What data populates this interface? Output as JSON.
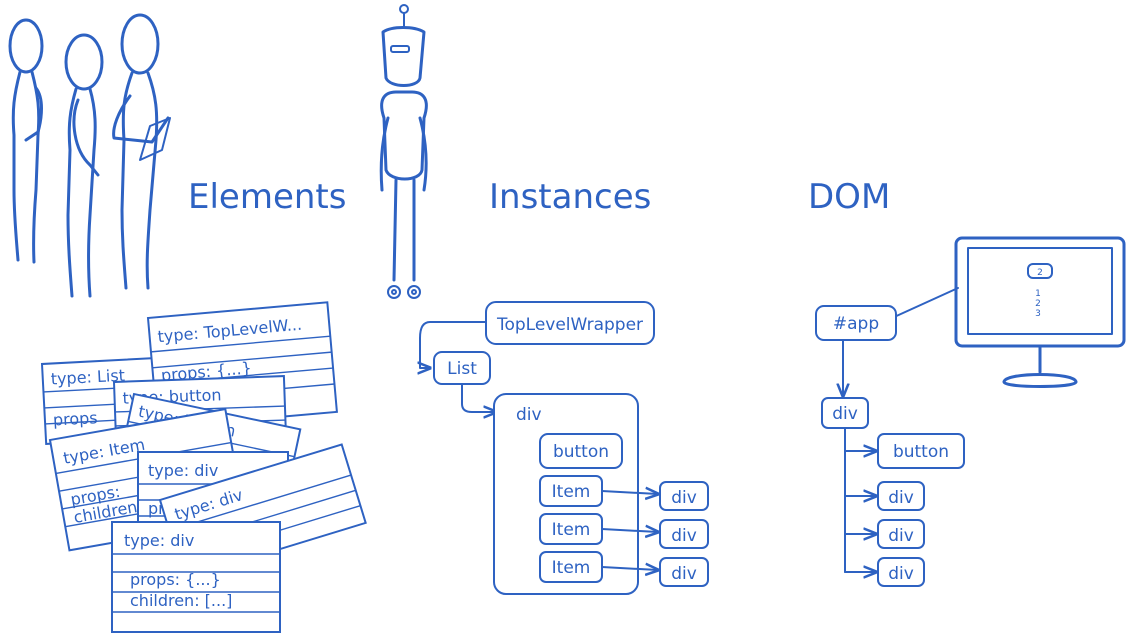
{
  "headings": {
    "elements": "Elements",
    "instances": "Instances",
    "dom": "DOM"
  },
  "element_cards": {
    "c_toplevel": {
      "type": "type:  TopLevelW...",
      "props": "props:  {...}"
    },
    "c_list": {
      "type": "type:  List",
      "props": "props"
    },
    "c_button_a": {
      "type": "type:  button"
    },
    "c_button_b": {
      "type": "type:  button"
    },
    "c_item": {
      "type": "type:  Item",
      "props": "props:",
      "children": "children"
    },
    "c_div_a": {
      "type": "type:  div",
      "props": "props"
    },
    "c_div_b": {
      "type": "type:  div"
    },
    "c_div_front": {
      "type": "type:  div",
      "props": "props:  {...}",
      "children": "children:  [...]"
    }
  },
  "instances": {
    "toplevel": "TopLevelWrapper",
    "list": "List",
    "div": "div",
    "button": "button",
    "items": [
      "Item",
      "Item",
      "Item"
    ],
    "child_divs": [
      "div",
      "div",
      "div"
    ]
  },
  "dom": {
    "app": "#app",
    "div": "div",
    "button": "button",
    "child_divs": [
      "div",
      "div",
      "div"
    ],
    "monitor_counter": "2",
    "monitor_list": [
      "1",
      "2",
      "3"
    ]
  },
  "colors": {
    "ink": "#2e62c2",
    "background": "#ffffff"
  }
}
